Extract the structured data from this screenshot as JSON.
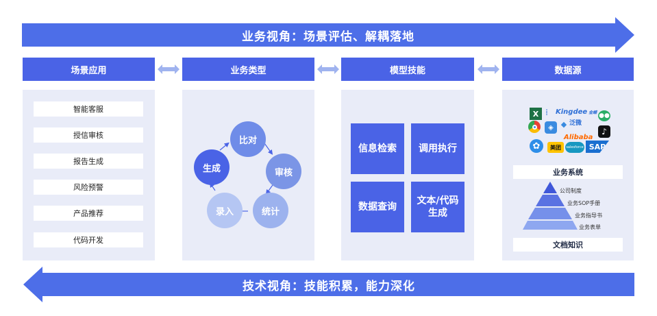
{
  "top_banner": "业务视角：场景评估、解耦落地",
  "bottom_banner": "技术视角：技能积累，能力深化",
  "columns": {
    "scene": "场景应用",
    "business_type": "业务类型",
    "model_skill": "模型技能",
    "data_source": "数据源"
  },
  "scene_items": [
    "智能客服",
    "授信审核",
    "报告生成",
    "风险预警",
    "产品推荐",
    "代码开发"
  ],
  "cycle": [
    "比对",
    "审核",
    "统计",
    "录入",
    "生成"
  ],
  "skills": [
    "信息检索",
    "调用执行",
    "数据查询",
    "文本/代码生成"
  ],
  "logos": {
    "kingdee": "Kingdee",
    "kingdee_cn": "金蝶",
    "alibaba": "Alibaba",
    "fanwei": "泛微",
    "meituan": "美团",
    "salesforce": "salesforce",
    "sap": "SAP"
  },
  "business_system": "业务系统",
  "pyramid": [
    "公司制度",
    "业务SOP手册",
    "业务指导书",
    "业务表单"
  ],
  "doc_knowledge": "文档知识",
  "colors": {
    "primary": "#4a63e6",
    "banner": "#4d6ee8",
    "panel": "#e9ecf8",
    "circle_dark": "#4a63e6",
    "circle_mid": "#6f8ce8",
    "circle_light": "#a9bcf2",
    "pyramid_top": "#3f57d9",
    "pyramid_bottom": "#8ea7f0"
  }
}
